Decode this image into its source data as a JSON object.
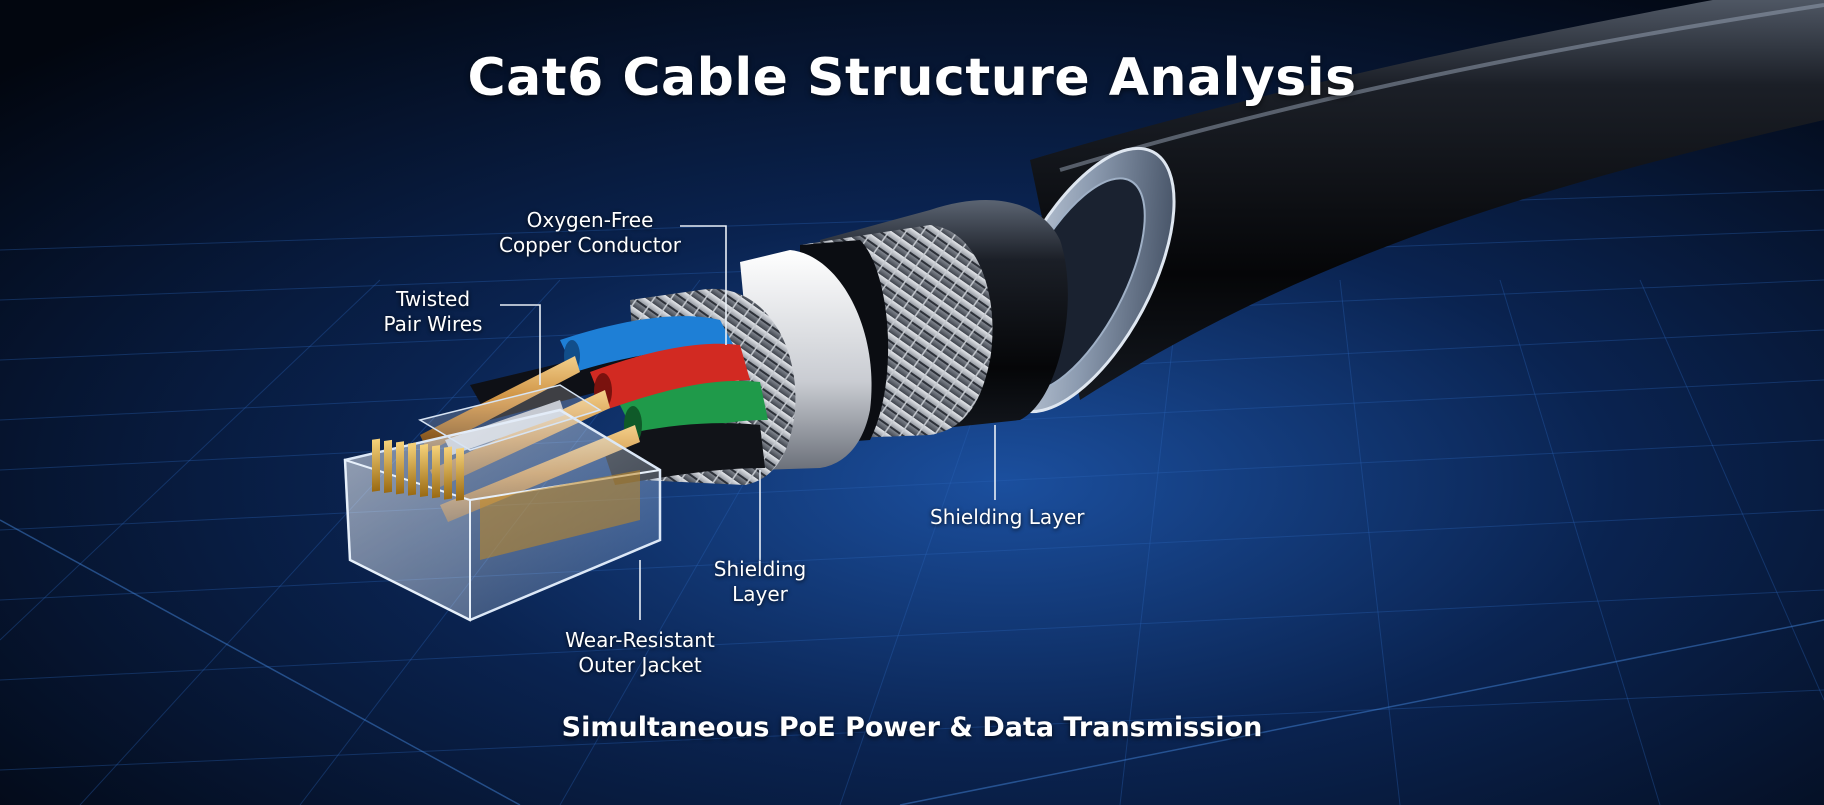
{
  "title": "Cat6 Cable Structure Analysis",
  "subtitle": "Simultaneous PoE Power & Data Transmission",
  "callouts": {
    "oxygen_free": {
      "line1": "Oxygen-Free",
      "line2": "Copper Conductor"
    },
    "twisted_pair": {
      "line1": "Twisted",
      "line2": "Pair Wires"
    },
    "shielding_right": {
      "line1": "Shielding Layer"
    },
    "shielding_center": {
      "line1": "Shielding",
      "line2": "Layer"
    },
    "outer_jacket": {
      "line1": "Wear-Resistant",
      "line2": "Outer Jacket"
    }
  },
  "colors": {
    "background": "#02060f",
    "grid": "#1d4f9a",
    "jacket": "#0a0c10",
    "wire_blue": "#1e7fd6",
    "wire_red": "#d22a22",
    "wire_green": "#1f9a4a",
    "copper": "#c98a3a",
    "connector_gold": "#d8a02a"
  }
}
